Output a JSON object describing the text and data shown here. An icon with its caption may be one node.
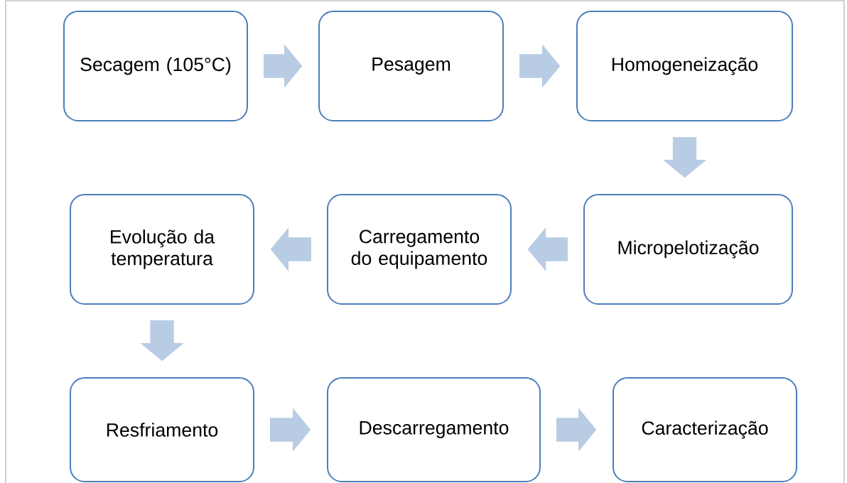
{
  "diagram": {
    "nodes": [
      {
        "text": [
          "Secagem (105°C)"
        ]
      },
      {
        "text": [
          "Pesagem"
        ]
      },
      {
        "text": [
          "Homogeneização"
        ]
      },
      {
        "text": [
          "Micropelotização"
        ]
      },
      {
        "text": [
          "Carregamento do equipamento"
        ]
      },
      {
        "text": [
          "Evolução da temperatura"
        ]
      },
      {
        "text": [
          "Resfriamento"
        ]
      },
      {
        "text": [
          "Descarregamento"
        ]
      },
      {
        "text": [
          "Caracterização"
        ]
      }
    ],
    "edges": [
      {
        "from": 0,
        "to": 1,
        "arrow": "to"
      },
      {
        "from": 1,
        "to": 2,
        "arrow": "to"
      },
      {
        "from": 2,
        "to": 3,
        "arrow": "to"
      },
      {
        "from": 3,
        "to": 4,
        "arrow": "to"
      },
      {
        "from": 4,
        "to": 5,
        "arrow": "to"
      },
      {
        "from": 5,
        "to": 6,
        "arrow": "to"
      },
      {
        "from": 6,
        "to": 7,
        "arrow": "to"
      },
      {
        "from": 7,
        "to": 8,
        "arrow": "to"
      }
    ]
  }
}
